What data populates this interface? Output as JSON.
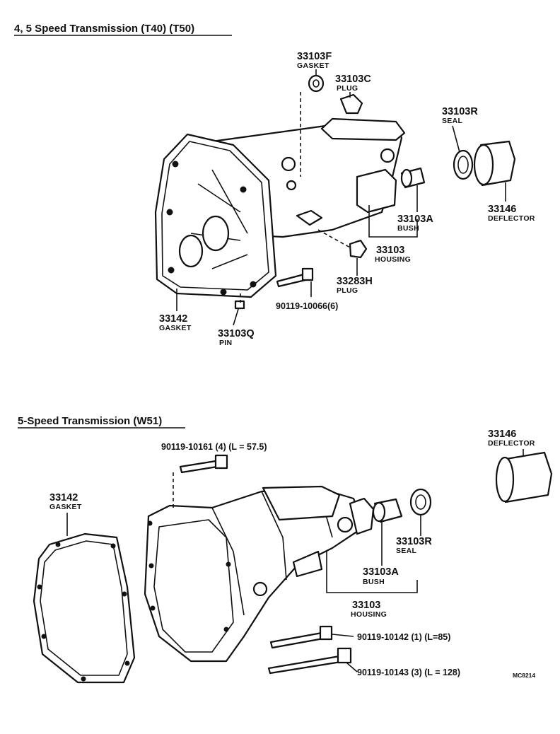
{
  "sections": {
    "top_title": "4, 5 Speed Transmission (T40) (T50)",
    "bottom_title": "5-Speed Transmission (W51)"
  },
  "top_parts": {
    "gasket_top": {
      "number": "33103F",
      "name": "GASKET"
    },
    "plug_top": {
      "number": "33103C",
      "name": "PLUG"
    },
    "seal": {
      "number": "33103R",
      "name": "SEAL"
    },
    "deflector": {
      "number": "33146",
      "name": "DEFLECTOR"
    },
    "bush": {
      "number": "33103A",
      "name": "BUSH"
    },
    "housing": {
      "number": "33103",
      "name": "HOUSING"
    },
    "plug_bottom": {
      "number": "33283H",
      "name": "PLUG"
    },
    "bolt": {
      "number": "90119-10066(6)"
    },
    "gasket": {
      "number": "33142",
      "name": "GASKET"
    },
    "pin": {
      "number": "33103Q",
      "name": "PIN"
    }
  },
  "bottom_parts": {
    "bolt_top": {
      "number": "90119-10161 (4) (L = 57.5)"
    },
    "deflector": {
      "number": "33146",
      "name": "DEFLECTOR"
    },
    "gasket": {
      "number": "33142",
      "name": "GASKET"
    },
    "seal": {
      "number": "33103R",
      "name": "SEAL"
    },
    "bush": {
      "number": "33103A",
      "name": "BUSH"
    },
    "housing": {
      "number": "33103",
      "name": "HOUSING"
    },
    "bolt_mid": {
      "number": "90119-10142 (1) (L=85)"
    },
    "bolt_low": {
      "number": "90119-10143 (3) (L = 128)"
    }
  },
  "drawing_code": "MC8214"
}
